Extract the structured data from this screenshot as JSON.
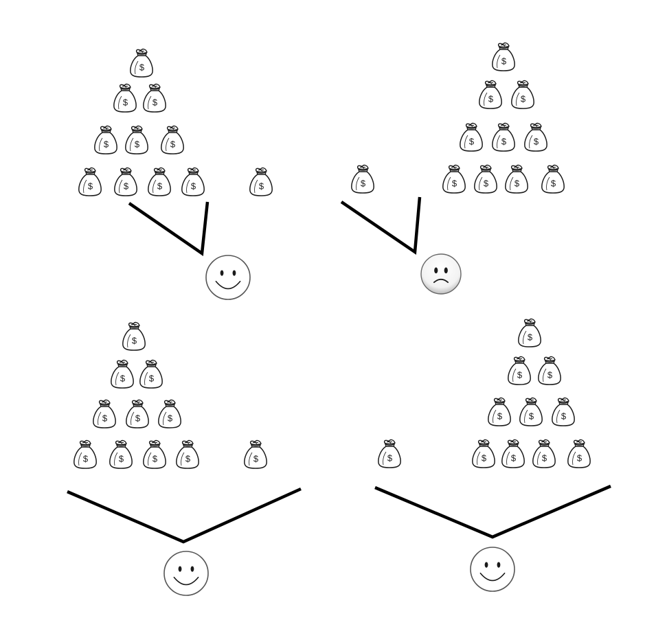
{
  "bag_symbol": "$",
  "colors": {
    "stroke": "#1a1a1a",
    "face_fill": "#ffffff",
    "sad_face_shade": "#cfcfcf"
  },
  "icons": {
    "bag": "money-bag-icon",
    "happy": "smiley-face-icon",
    "sad": "frowning-face-icon"
  },
  "panels": [
    {
      "id": "top-left",
      "pile_bags": 10,
      "single_bag": 1,
      "single_side": "right",
      "line": "narrow",
      "face": "happy"
    },
    {
      "id": "top-right",
      "pile_bags": 10,
      "single_bag": 1,
      "single_side": "left",
      "line": "narrow",
      "face": "sad"
    },
    {
      "id": "bottom-left",
      "pile_bags": 10,
      "single_bag": 1,
      "single_side": "right",
      "line": "wide",
      "face": "happy"
    },
    {
      "id": "bottom-right",
      "pile_bags": 10,
      "single_bag": 1,
      "single_side": "left",
      "line": "wide",
      "face": "happy"
    }
  ]
}
